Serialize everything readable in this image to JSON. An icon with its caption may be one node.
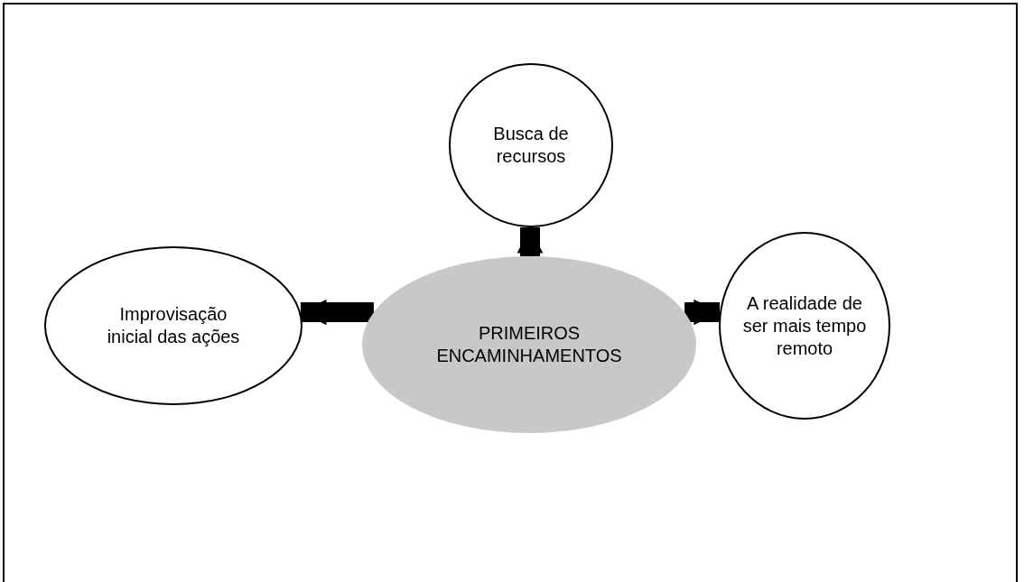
{
  "diagram": {
    "nodes": [
      {
        "text": [
          "PRIMEIROS ENCAMINHAMENTOS"
        ]
      },
      {
        "text": [
          "Busca de recursos"
        ]
      },
      {
        "text": [
          "Improvisação inicial das ações"
        ]
      },
      {
        "text": [
          "A realidade de ser mais tempo remoto"
        ]
      }
    ],
    "edges": [
      {
        "from": 0,
        "to": 1,
        "arrow": "to"
      },
      {
        "from": 0,
        "to": 2,
        "arrow": "to"
      },
      {
        "from": 0,
        "to": 3,
        "arrow": "to"
      }
    ]
  }
}
